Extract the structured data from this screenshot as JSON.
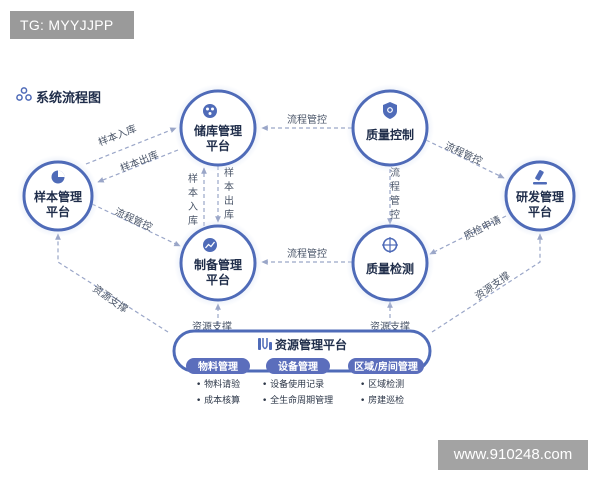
{
  "tg_label": "TG: MYYJJPP",
  "watermark": "www.910248.com",
  "title": "系统流程图",
  "colors": {
    "node_ring": "#4f6bb8",
    "node_fill": "#ffffff",
    "node_glow": "#dfe7f6",
    "node_text": "#1f2d4a",
    "arrow": "#9aa6c8",
    "pill": "#5b6ebc",
    "resource_bar_stroke": "#4f6bb8"
  },
  "nodes": {
    "storage": {
      "line1": "储库管理",
      "line2": "平台",
      "icon": "gear-cluster-icon"
    },
    "quality_control": {
      "line1": "质量控制",
      "icon": "shield-icon"
    },
    "sample": {
      "line1": "样本管理",
      "line2": "平台",
      "icon": "pie-chart-icon"
    },
    "rnd": {
      "line1": "研发管理",
      "line2": "平台",
      "icon": "microscope-icon"
    },
    "preparation": {
      "line1": "制备管理",
      "line2": "平台",
      "icon": "trend-line-icon"
    },
    "quality_check": {
      "line1": "质量检测",
      "icon": "crosshair-icon"
    }
  },
  "edge_labels": {
    "qc_to_storage": "流程管控",
    "sample_to_storage": "样本入库",
    "storage_to_sample": "样本出库",
    "sample_to_prep": "流程管控",
    "storage_to_prep_out": [
      "样",
      "本",
      "出",
      "库"
    ],
    "prep_to_storage_in": [
      "样",
      "本",
      "入",
      "库"
    ],
    "qc_to_check": [
      "流",
      "程",
      "管",
      "控"
    ],
    "check_to_prep": "流程管控",
    "qc_to_rnd": "流程管控",
    "rnd_to_check": "质检申请",
    "res_to_sample": "资源支撑",
    "res_to_rnd": "资源支撑",
    "res_to_prep": "资源支撑",
    "res_to_check": "资源支撑"
  },
  "resource_platform": {
    "title": "资源管理平台",
    "icon": "flask-tubes-icon",
    "modules": [
      {
        "label": "物料管理",
        "items": [
          "物料请验",
          "成本核算"
        ]
      },
      {
        "label": "设备管理",
        "items": [
          "设备使用记录",
          "全生命周期管理"
        ]
      },
      {
        "label": "区域/房间管理",
        "items": [
          "区域检测",
          "房建巡检"
        ]
      }
    ]
  }
}
